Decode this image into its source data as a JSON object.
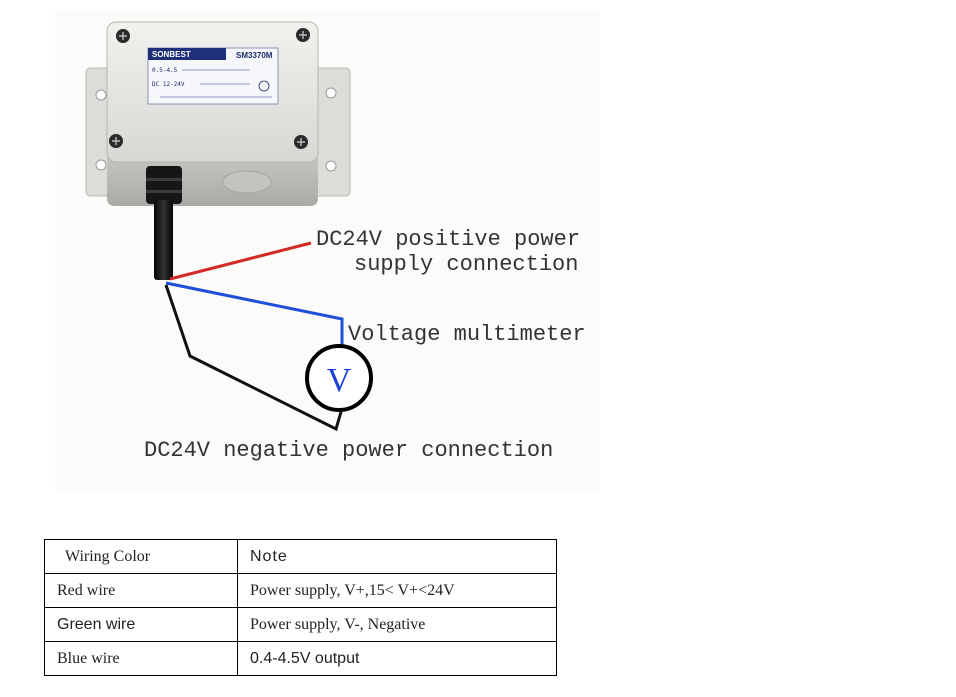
{
  "device": {
    "brand_text": "SONBEST",
    "model_text": "SM3370M",
    "line1_text": "0.5-4.5",
    "line2_text": "DC 12-24V",
    "line3_text": ""
  },
  "diagram": {
    "positive_label_line1": "DC24V positive power",
    "positive_label_line2": "supply connection",
    "meter_label": "Voltage multimeter",
    "meter_symbol": "V",
    "negative_label": "DC24V negative power connection",
    "wire_colors": {
      "red": "#d42a25",
      "blue": "#1f4fd8",
      "black": "#111111"
    }
  },
  "table": {
    "headers": [
      "Wiring Color",
      "Note"
    ],
    "rows": [
      {
        "color": "Red wire",
        "note": "Power supply, V+,15< V+<24V"
      },
      {
        "color": "Green wire",
        "note": "Power supply, V-, Negative"
      },
      {
        "color": "Blue wire",
        "note": "0.4-4.5V output"
      }
    ]
  }
}
